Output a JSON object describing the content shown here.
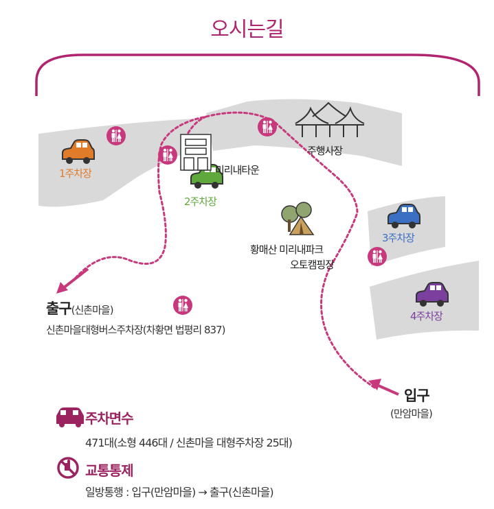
{
  "title": "오시는길",
  "colors": {
    "accent": "#b0236e",
    "road": "#d9d9d9",
    "route": "#c8387c",
    "parking1": "#e07b2a",
    "parking2": "#5fa83c",
    "parking3": "#3a6fc4",
    "parking4": "#7b3f9e"
  },
  "map": {
    "parking": [
      {
        "label": "1주차장",
        "color": "#e07b2a"
      },
      {
        "label": "2주차장",
        "color": "#5fa83c"
      },
      {
        "label": "3주차장",
        "color": "#3a6fc4"
      },
      {
        "label": "4주차장",
        "color": "#7b3f9e"
      }
    ],
    "places": {
      "town": "미리내타운",
      "stage": "주행사장",
      "camping_line1": "황매산 미리내파크",
      "camping_line2": "오토캠핑장"
    },
    "exit": {
      "main": "출구",
      "sub": "(신촌마을)",
      "address": "신촌마을대형버스주차장(차황면 법평리 837)"
    },
    "entrance": {
      "main": "입구",
      "sub": "(만암마을)"
    },
    "icons": [
      "restroom-icon",
      "car-icon",
      "building-icon",
      "pavilion-icon",
      "tent-icon",
      "arrow-icon"
    ]
  },
  "info": {
    "parking_head": "주차면수",
    "parking_body": "471대(소형 446대 / 신촌마을 대형주차장 25대)",
    "traffic_head": "교통통제",
    "traffic_body": "일방통행 : 입구(만암마을) → 출구(신촌마을)"
  }
}
